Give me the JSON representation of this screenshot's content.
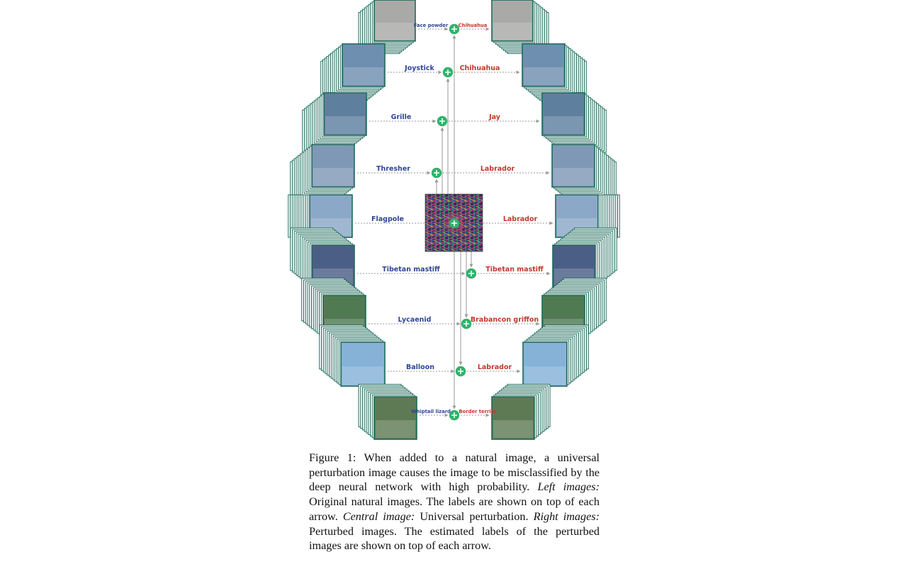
{
  "figure": {
    "rows": [
      {
        "original_label": "Face powder",
        "perturbed_label": "Chihuahua"
      },
      {
        "original_label": "Joystick",
        "perturbed_label": "Chihuahua"
      },
      {
        "original_label": "Grille",
        "perturbed_label": "Jay"
      },
      {
        "original_label": "Thresher",
        "perturbed_label": "Labrador"
      },
      {
        "original_label": "Flagpole",
        "perturbed_label": "Labrador"
      },
      {
        "original_label": "Tibetan mastiff",
        "perturbed_label": "Tibetan mastiff"
      },
      {
        "original_label": "Lycaenid",
        "perturbed_label": "Brabancon griffon"
      },
      {
        "original_label": "Balloon",
        "perturbed_label": "Labrador"
      },
      {
        "original_label": "Whiptail lizard",
        "perturbed_label": "Border terrier"
      }
    ],
    "colors": {
      "original_label": "#2f4596",
      "perturbed_label": "#c0392b",
      "plus_node": "#2fb36a",
      "frame": "#1f6b5a",
      "arrow": "#9a9a9a"
    }
  },
  "caption": {
    "prefix": "Figure 1:  When added to a natural image, a universal perturbation image causes the image to be misclassified by the deep neural network with high probability. ",
    "left_em": "Left images:",
    "left_text": " Original natural images. The labels are shown on top of each arrow. ",
    "central_em": "Central image:",
    "central_text": " Universal perturbation. ",
    "right_em": "Right images:",
    "right_text": " Perturbed images. The estimated labels of the perturbed images are shown on top of each arrow."
  }
}
